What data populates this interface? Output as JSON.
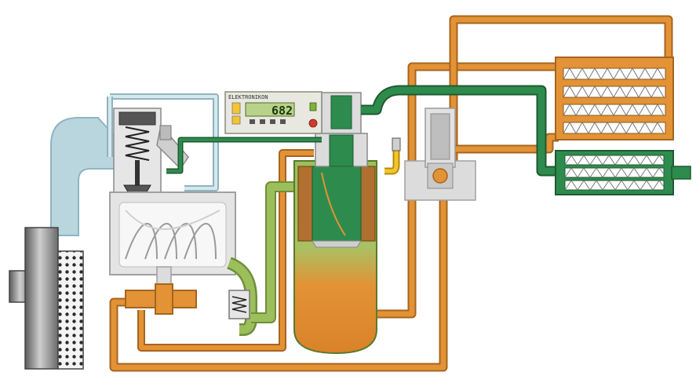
{
  "diagram": {
    "subject": "oil-injected rotary screw air compressor flow schematic",
    "controller": {
      "brand_label": "ELEKTRONIKON",
      "display_value": "682"
    },
    "colors": {
      "intake_air": "#b9d6df",
      "intake_air_outline": "#8fb4bf",
      "compressed_air": "#2e8b4e",
      "hot_oil": "#e39235",
      "oil_air_mix": "#9cbf5c",
      "casing_grey": "#dcdcdc",
      "casing_outline": "#a0a0a0",
      "filter_steel": "#8a8a8a",
      "lcd_green": "#b8d28a"
    }
  }
}
